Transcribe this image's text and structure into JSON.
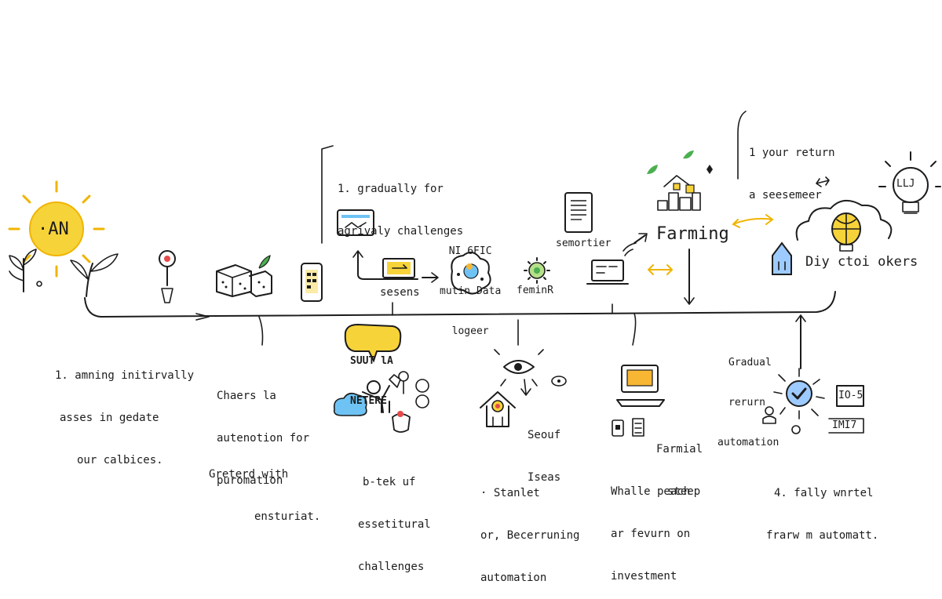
{
  "palette": {
    "ink": "#1c1c1c",
    "sun": "#f5c518",
    "sun_ray": "#f0b400",
    "leaf": "#4caf50",
    "blue": "#3a86ff",
    "sky": "#6ec3f4",
    "accent_red": "#e64a4a",
    "highlight": "#f7d33a"
  },
  "labels": {
    "sun_text": "·AN",
    "top_left_note": [
      "1. gradually for",
      "agrivaly challenges"
    ],
    "data_logger": [
      "NI 6FIC",
      "mutin Data",
      "logeer"
    ],
    "sesens": "sesens",
    "semortier": "semortier",
    "feminr": "feminR",
    "farming": "Farming",
    "top_right_note": [
      "1 your return",
      "a seesemeer"
    ],
    "diy_stokers": "Diy ctoi okers",
    "bulb_text": "LLJ",
    "step1": [
      "1. amning initirvally",
      "asses in gedate",
      "our calbices."
    ],
    "chaers": [
      "Chaers la",
      "autenotion for",
      "puromation"
    ],
    "greterd": [
      "Greterd with",
      "ensturiat."
    ],
    "bubble": [
      "SUUT lA",
      "NETERE"
    ],
    "bkek": [
      "b-tek uf",
      "essetitural",
      "challenges"
    ],
    "seouf": [
      "Seouf",
      "Iseas"
    ],
    "stanlet": [
      "· Stanlet",
      "or, Becerruning",
      "automation"
    ],
    "farmial": [
      "Farmial",
      "steep"
    ],
    "whalle": [
      "Whalle peach",
      "ar fevurn on",
      "investment"
    ],
    "gradual": [
      "Gradual",
      "rerurn",
      "automation"
    ],
    "fully": [
      "4. fally wnrtel",
      "frarw m automatt."
    ],
    "badge_top": "IO-5",
    "badge_bottom": "IMI7"
  }
}
